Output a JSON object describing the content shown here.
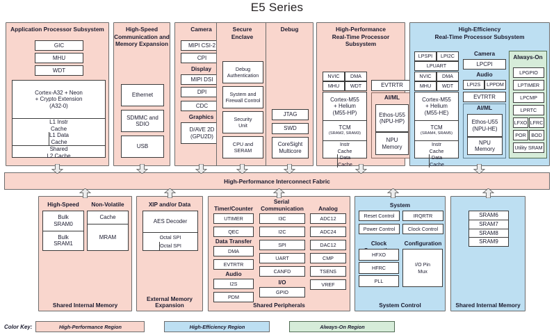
{
  "title": "E5 Series",
  "fabric": {
    "label": "High-Performance Interconnect Fabric"
  },
  "colors": {
    "high_performance_region": "#f9d6cd",
    "high_efficiency_region": "#bddff2",
    "always_on_region": "#d6ecd9",
    "box_fill": "#ffffff",
    "border": "#3a3a3a"
  },
  "color_key": {
    "label": "Color Key:",
    "items": [
      {
        "name": "High-Performance Region",
        "color": "#f9d6cd"
      },
      {
        "name": "High-Efficiency Region",
        "color": "#bddff2"
      },
      {
        "name": "Always-On Region",
        "color": "#d6ecd9"
      }
    ]
  },
  "top_row": {
    "app_processor": {
      "header": "Application Processor Subsystem",
      "boxes": [
        "GIC",
        "MHU",
        "WDT"
      ],
      "core": {
        "line1": "Cortex-A32 + Neon",
        "line2": "+ Crypto Extension",
        "line3": "(A32-0)",
        "l1_instr_a": "L1 Instr",
        "l1_instr_b": "Cache",
        "l1_data_a": "L1 Data",
        "l1_data_b": "Cache",
        "l2_a": "Shared",
        "l2_b": "L2 Cache"
      }
    },
    "high_speed_comm": {
      "header_l1": "High-Speed",
      "header_l2": "Communication and",
      "header_l3": "Memory Expansion",
      "boxes": [
        "Ethernet",
        "SDMMC and SDIO",
        "USB"
      ],
      "sdmmc_a": "SDMMC and",
      "sdmmc_b": "SDIO"
    },
    "camera_display": {
      "header": "Camera",
      "camera_boxes": [
        "MIPI CSI-2",
        "CPI"
      ],
      "display_header": "Display",
      "display_boxes": [
        "MIPI DSI",
        "DPI",
        "CDC"
      ],
      "graphics_header": "Graphics",
      "graphics_a": "D/AVE 2D",
      "graphics_b": "(GPU2D)"
    },
    "secure_enclave": {
      "header_l1": "Secure",
      "header_l2": "Enclave",
      "boxes": [
        {
          "a": "Debug",
          "b": "Authentication"
        },
        {
          "a": "System and",
          "b": "Firewall Control"
        },
        {
          "a": "Security",
          "b": "Unit"
        },
        {
          "a": "CPU and",
          "b": "SERAM"
        }
      ]
    },
    "debug": {
      "header": "Debug",
      "boxes": [
        "JTAG",
        "SWD"
      ],
      "coresight_a": "CoreSight",
      "coresight_b": "Multicore"
    },
    "hp_realtime": {
      "header_l1": "High-Performance",
      "header_l2": "Real-Time Processor Subsystem",
      "nvic": "NVIC",
      "dma": "DMA",
      "mhu": "MHU",
      "wdt": "WDT",
      "core_l1": "Cortex-M55",
      "core_l2": "+ Helium",
      "core_l3": "(M55-HP)",
      "tcm": "TCM",
      "tcm_sub": "(SRAM2, SRAM3)",
      "instr_a": "Instr",
      "instr_b": "Cache",
      "data_a": "Data",
      "data_b": "Cache",
      "evtrtr": "EVTRTR",
      "aiml_header": "AI/ML",
      "ethos_a": "Ethos-U55",
      "ethos_b": "(NPU-HP)",
      "npu_a": "NPU",
      "npu_b": "Memory"
    },
    "he_realtime": {
      "header_l1": "High-Efficiency",
      "header_l2": "Real-Time Processor Subsystem",
      "lpspi": "LPSPI",
      "lpi2c": "LPI2C",
      "lpuart": "LPUART",
      "nvic": "NVIC",
      "dma": "DMA",
      "mhu": "MHU",
      "wdt": "WDT",
      "core_l1": "Cortex-M55",
      "core_l2": "+ Helium",
      "core_l3": "(M55-HE)",
      "tcm": "TCM",
      "tcm_sub": "(SRAM4, SRAM5)",
      "instr_a": "Instr",
      "instr_b": "Cache",
      "data_a": "Data",
      "data_b": "Cache",
      "camera_header": "Camera",
      "lpcpi": "LPCPI",
      "audio_header": "Audio",
      "lpi2s": "LPI2S",
      "lppdm": "LPPDM",
      "evtrtr": "EVTRTR",
      "aiml_header": "AI/ML",
      "ethos_a": "Ethos-U55",
      "ethos_b": "(NPU-HE)",
      "npu_a": "NPU",
      "npu_b": "Memory",
      "always_on": {
        "header": "Always-On",
        "boxes": [
          "LPGPIO",
          "LPTIMER",
          "LPCMP",
          "LPRTC"
        ],
        "lfxo": "LFXO",
        "lfrc": "LFRC",
        "por": "POR",
        "bod": "BOD",
        "utility_sram": "Utility SRAM"
      }
    }
  },
  "bottom_row": {
    "shared_internal_memory_left": {
      "footer": "Shared Internal Memory",
      "high_speed_header": "High-Speed",
      "non_volatile_header": "Non-Volatile",
      "bulk0_a": "Bulk",
      "bulk0_b": "SRAM0",
      "bulk1_a": "Bulk",
      "bulk1_b": "SRAM1",
      "cache": "Cache",
      "mram": "MRAM"
    },
    "external_memory": {
      "header": "XIP and/or Data",
      "aes": "AES Decoder",
      "ospi_left": "Octal SPI",
      "ospi_right": "Octal SPI",
      "footer_a": "External Memory",
      "footer_b": "Expansion"
    },
    "shared_peripherals": {
      "footer": "Shared Peripherals",
      "timer_header": "Timer/Counter",
      "timer_boxes": [
        "UTIMER",
        "QEC"
      ],
      "data_transfer_header": "Data Transfer",
      "data_transfer_boxes": [
        "DMA",
        "EVTRTR"
      ],
      "audio_header": "Audio",
      "audio_boxes": [
        "I2S",
        "PDM"
      ],
      "serial_header": "Serial",
      "comm_header": "Communication",
      "comm_boxes": [
        "I3C",
        "I2C",
        "SPI",
        "UART",
        "CANFD"
      ],
      "io_header": "I/O",
      "io_boxes": [
        "GPIO"
      ],
      "analog_header": "Analog",
      "analog_boxes": [
        "ADC12",
        "ADC24",
        "DAC12",
        "CMP",
        "TSENS",
        "VREF"
      ]
    },
    "system_control": {
      "footer": "System Control",
      "system_header": "System",
      "reset_control": "Reset Control",
      "irqrtr": "IRQRTR",
      "power_control": "Power Control",
      "clock_control": "Clock Control",
      "clock_gen_header": "Clock Generation",
      "clock_gen_boxes": [
        "HFXO",
        "HFRC",
        "PLL"
      ],
      "config_header": "Configuration",
      "io_pin_mux_a": "I/O Pin",
      "io_pin_mux_b": "Mux"
    },
    "shared_internal_memory_right": {
      "footer": "Shared Internal Memory",
      "boxes": [
        "SRAM6",
        "SRAM7",
        "SRAM8",
        "SRAM9"
      ]
    }
  }
}
